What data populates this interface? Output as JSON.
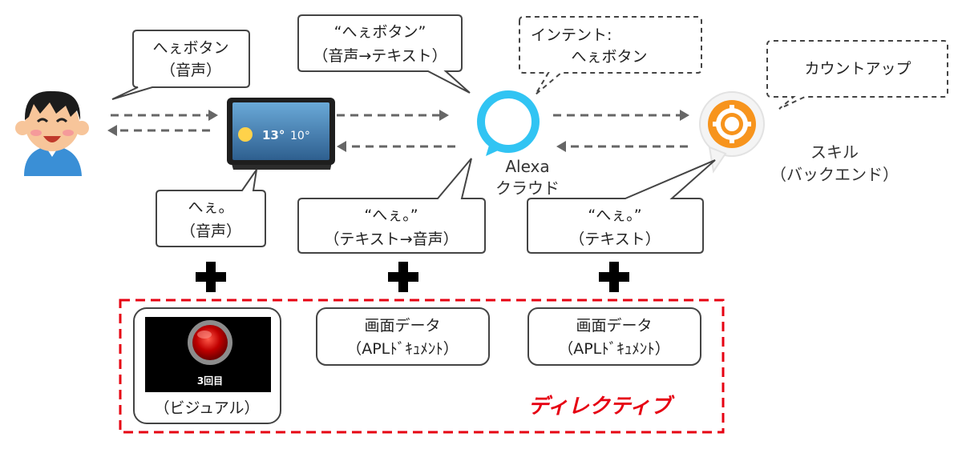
{
  "bubbles": {
    "user_request": [
      "へぇボタン",
      "（音声）"
    ],
    "device_to_cloud": [
      "“へぇボタン”",
      "（音声→テキスト）"
    ],
    "intent": [
      "インテント:",
      "へぇボタン"
    ],
    "skill_action": [
      "カウントアップ"
    ],
    "device_reply": [
      "へぇ。",
      "（音声）"
    ],
    "cloud_reply": [
      "“へぇ。”",
      "（テキスト→音声）"
    ],
    "skill_reply": [
      "“へぇ。”",
      "（テキスト）"
    ]
  },
  "labels": {
    "alexa": [
      "Alexa",
      "クラウド"
    ],
    "skill": [
      "スキル",
      "（バックエンド）"
    ]
  },
  "device_screen": {
    "temp_high": "13°",
    "temp_low": "10°"
  },
  "boxes": {
    "visual": {
      "button_caption": "3回目",
      "label": "（ビジュアル）"
    },
    "screen_data_1": [
      "画面データ",
      "（APLﾄﾞｷｭﾒﾝﾄ）"
    ],
    "screen_data_2": [
      "画面データ",
      "（APLﾄﾞｷｭﾒﾝﾄ）"
    ]
  },
  "directive_label": "ディレクティブ",
  "colors": {
    "alexa_blue": "#31c4f3",
    "skill_orange": "#f7941d",
    "directive_red": "#e60012",
    "arrow_gray": "#666666"
  },
  "icons": [
    "person-icon",
    "echo-show-device-icon",
    "alexa-ring-icon",
    "skill-gear-icon",
    "plus-icon"
  ]
}
